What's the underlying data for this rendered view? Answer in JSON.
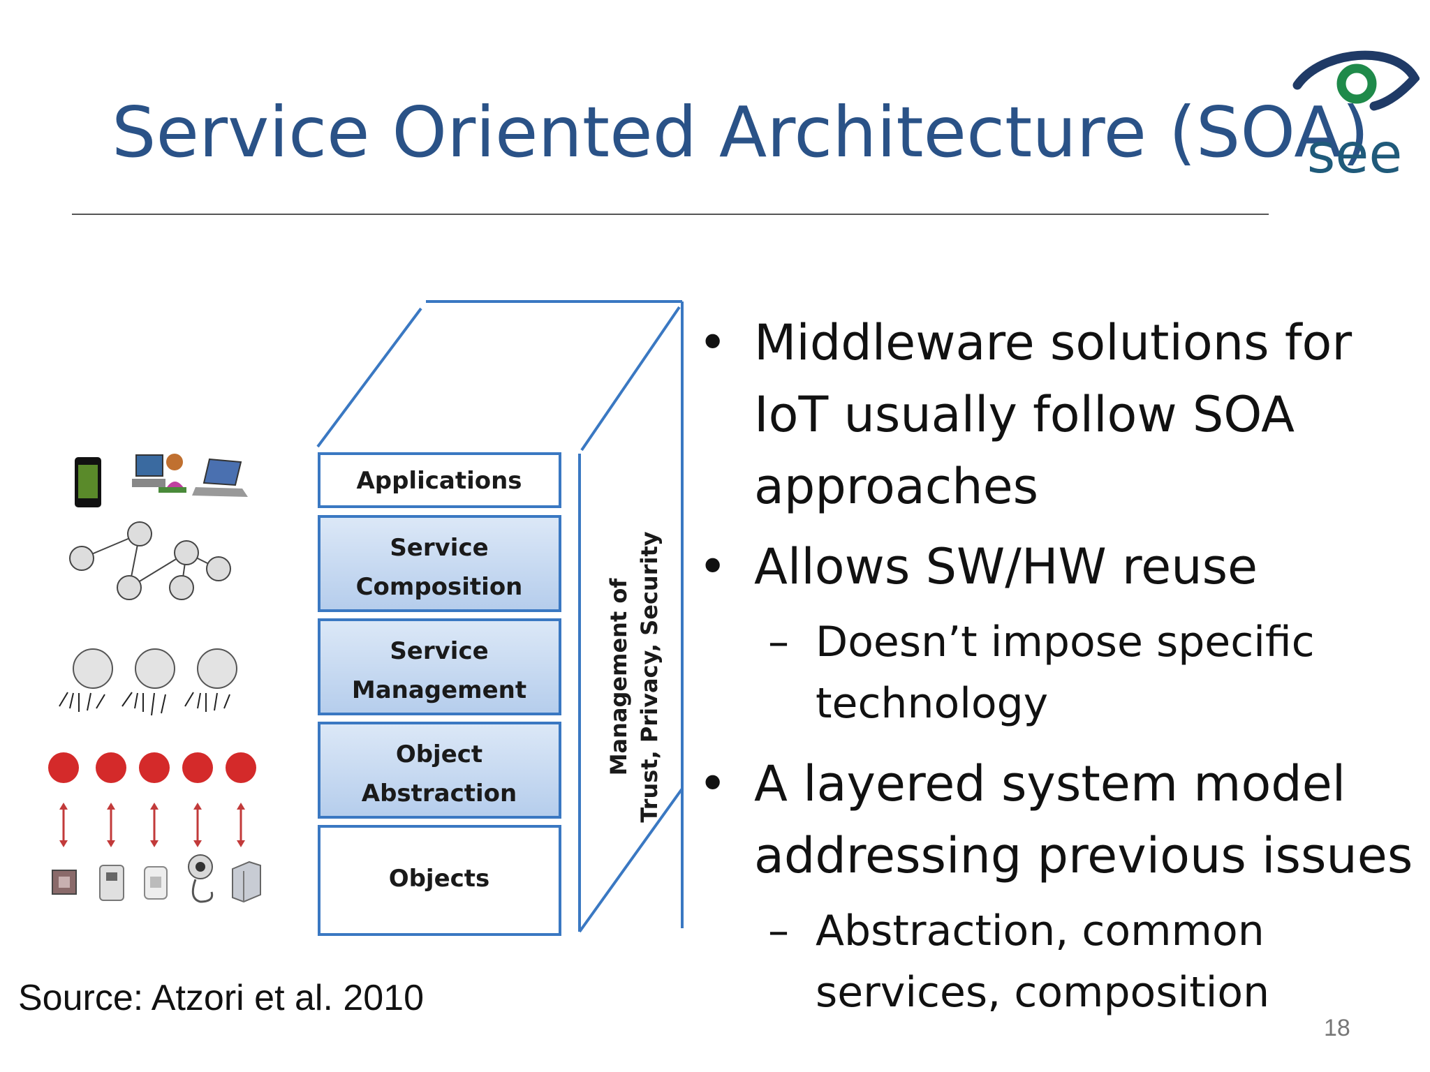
{
  "slide": {
    "title": "Service Oriented Architecture (SOA)",
    "logo_text": "see",
    "source": "Source: Atzori et al. 2010",
    "page_number": "18"
  },
  "diagram": {
    "layers": [
      {
        "label_lines": [
          "Applications"
        ],
        "style": "plain"
      },
      {
        "label_lines": [
          "Service",
          "Composition"
        ],
        "style": "blue"
      },
      {
        "label_lines": [
          "Service",
          "Management"
        ],
        "style": "blue"
      },
      {
        "label_lines": [
          "Object",
          "Abstraction"
        ],
        "style": "blue"
      },
      {
        "label_lines": [
          "Objects"
        ],
        "style": "plain"
      }
    ],
    "side_label_lines": [
      "Management of",
      "Trust, Privacy, Security"
    ]
  },
  "bullets": [
    {
      "text": "Middleware solutions for IoT usually follow SOA approaches",
      "subs": []
    },
    {
      "text": "Allows SW/HW reuse",
      "subs": [
        "Doesn’t impose specific technology"
      ]
    },
    {
      "text": "A layered system model addressing previous issues",
      "subs": [
        "Abstraction, common services, composition"
      ]
    }
  ],
  "colors": {
    "title": "#2a5287",
    "layer_border": "#3a78c2",
    "layer_fill_blue": "#c4d8f0",
    "red_node": "#d42a2a",
    "logo_green": "#1f8a4a",
    "logo_navy": "#1f3a66"
  }
}
